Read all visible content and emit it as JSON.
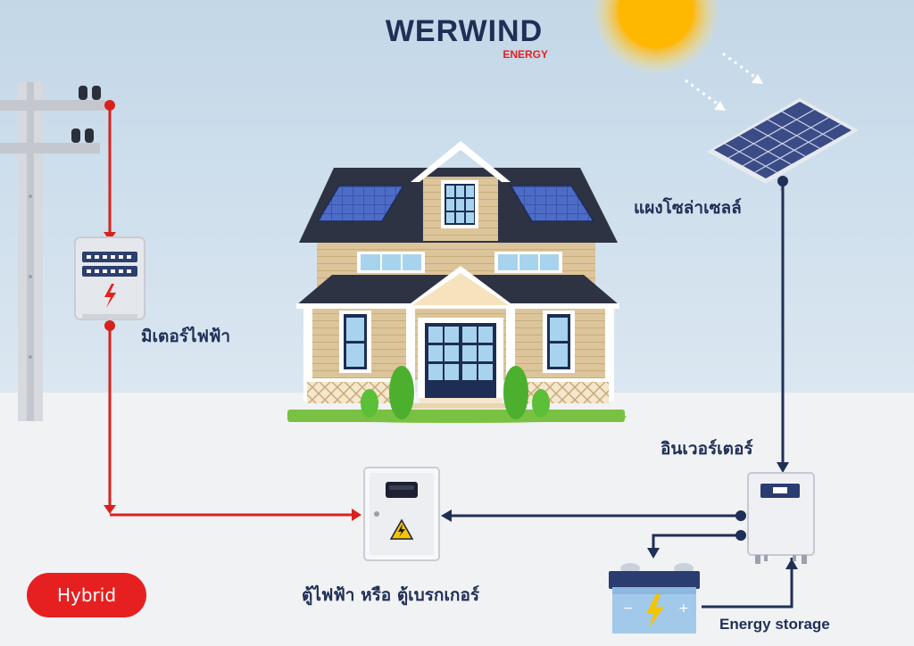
{
  "brand": {
    "logo_text": "WERWIND",
    "logo_sub": "ENERGY",
    "primary_color": "#1f2f56",
    "accent_color": "#e62020"
  },
  "labels": {
    "meter": "มิเตอร์ไฟฟ้า",
    "solar_panel": "แผงโซล่าเซลล์",
    "inverter": "อินเวอร์เตอร์",
    "breaker": "ตู้ไฟฟ้า หรือ ตู้เบรกเกอร์",
    "storage": "Energy storage"
  },
  "mode_badge": {
    "label": "Hybrid"
  },
  "icons": [
    "sun-icon",
    "utility-pole-icon",
    "meter-icon",
    "house-icon",
    "solar-panel-icon",
    "breaker-box-icon",
    "inverter-icon",
    "battery-icon"
  ],
  "colors": {
    "grid_line": "#d9211c",
    "solar_line": "#1f2f56",
    "sky": "#c9dbe9",
    "ground": "#f1f2f4",
    "sun": "#ffcc00"
  }
}
